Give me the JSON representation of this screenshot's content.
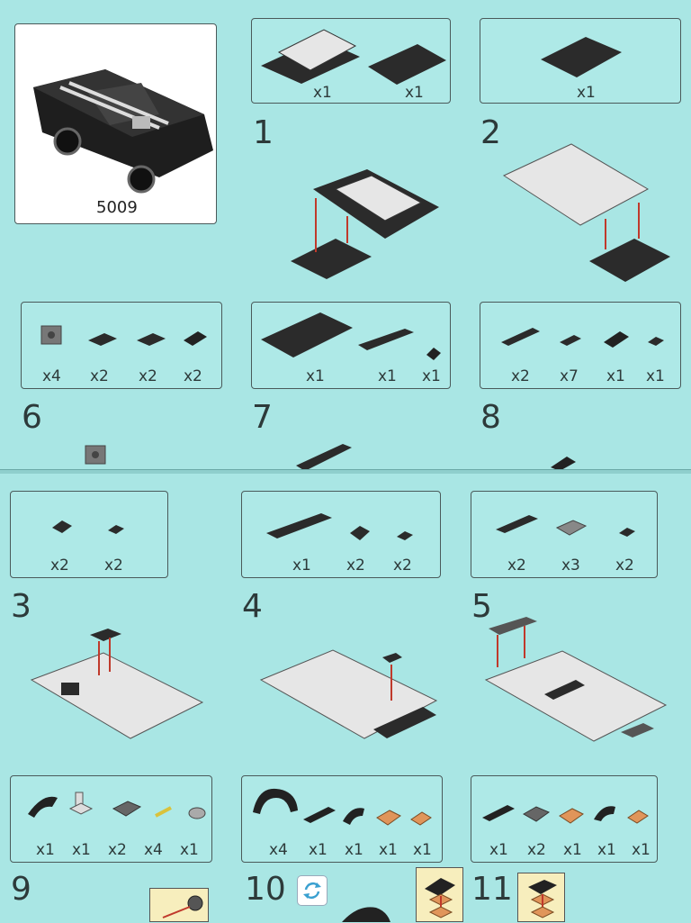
{
  "model": {
    "number": "5009"
  },
  "steps": {
    "s1": {
      "number": "1",
      "parts": [
        "x1",
        "x1"
      ]
    },
    "s2": {
      "number": "2",
      "parts": [
        "x1"
      ]
    },
    "s3": {
      "number": "3",
      "parts": [
        "x2",
        "x2"
      ]
    },
    "s4": {
      "number": "4",
      "parts": [
        "x1",
        "x2",
        "x2"
      ]
    },
    "s5": {
      "number": "5",
      "parts": [
        "x2",
        "x3",
        "x2"
      ]
    },
    "s6": {
      "number": "6",
      "parts": [
        "x4",
        "x2",
        "x2",
        "x2"
      ]
    },
    "s7": {
      "number": "7",
      "parts": [
        "x1",
        "x1",
        "x1"
      ]
    },
    "s8": {
      "number": "8",
      "parts": [
        "x2",
        "x7",
        "x1",
        "x1"
      ]
    },
    "s9": {
      "number": "9",
      "parts": [
        "x1",
        "x1",
        "x2",
        "x4",
        "x1"
      ]
    },
    "s10": {
      "number": "10",
      "parts": [
        "x4",
        "x1",
        "x1",
        "x1",
        "x1"
      ]
    },
    "s11": {
      "number": "11",
      "parts": [
        "x1",
        "x2",
        "x1",
        "x1",
        "x1"
      ]
    }
  },
  "colors": {
    "page": "#a9e6e4",
    "brick_dark": "#2b2b2b",
    "brick_light": "#e8e8e8",
    "arrow": "#c0392b",
    "orange": "#e0955a",
    "callout": "#f7eebd"
  },
  "icons": [
    "rotate-model-icon"
  ]
}
